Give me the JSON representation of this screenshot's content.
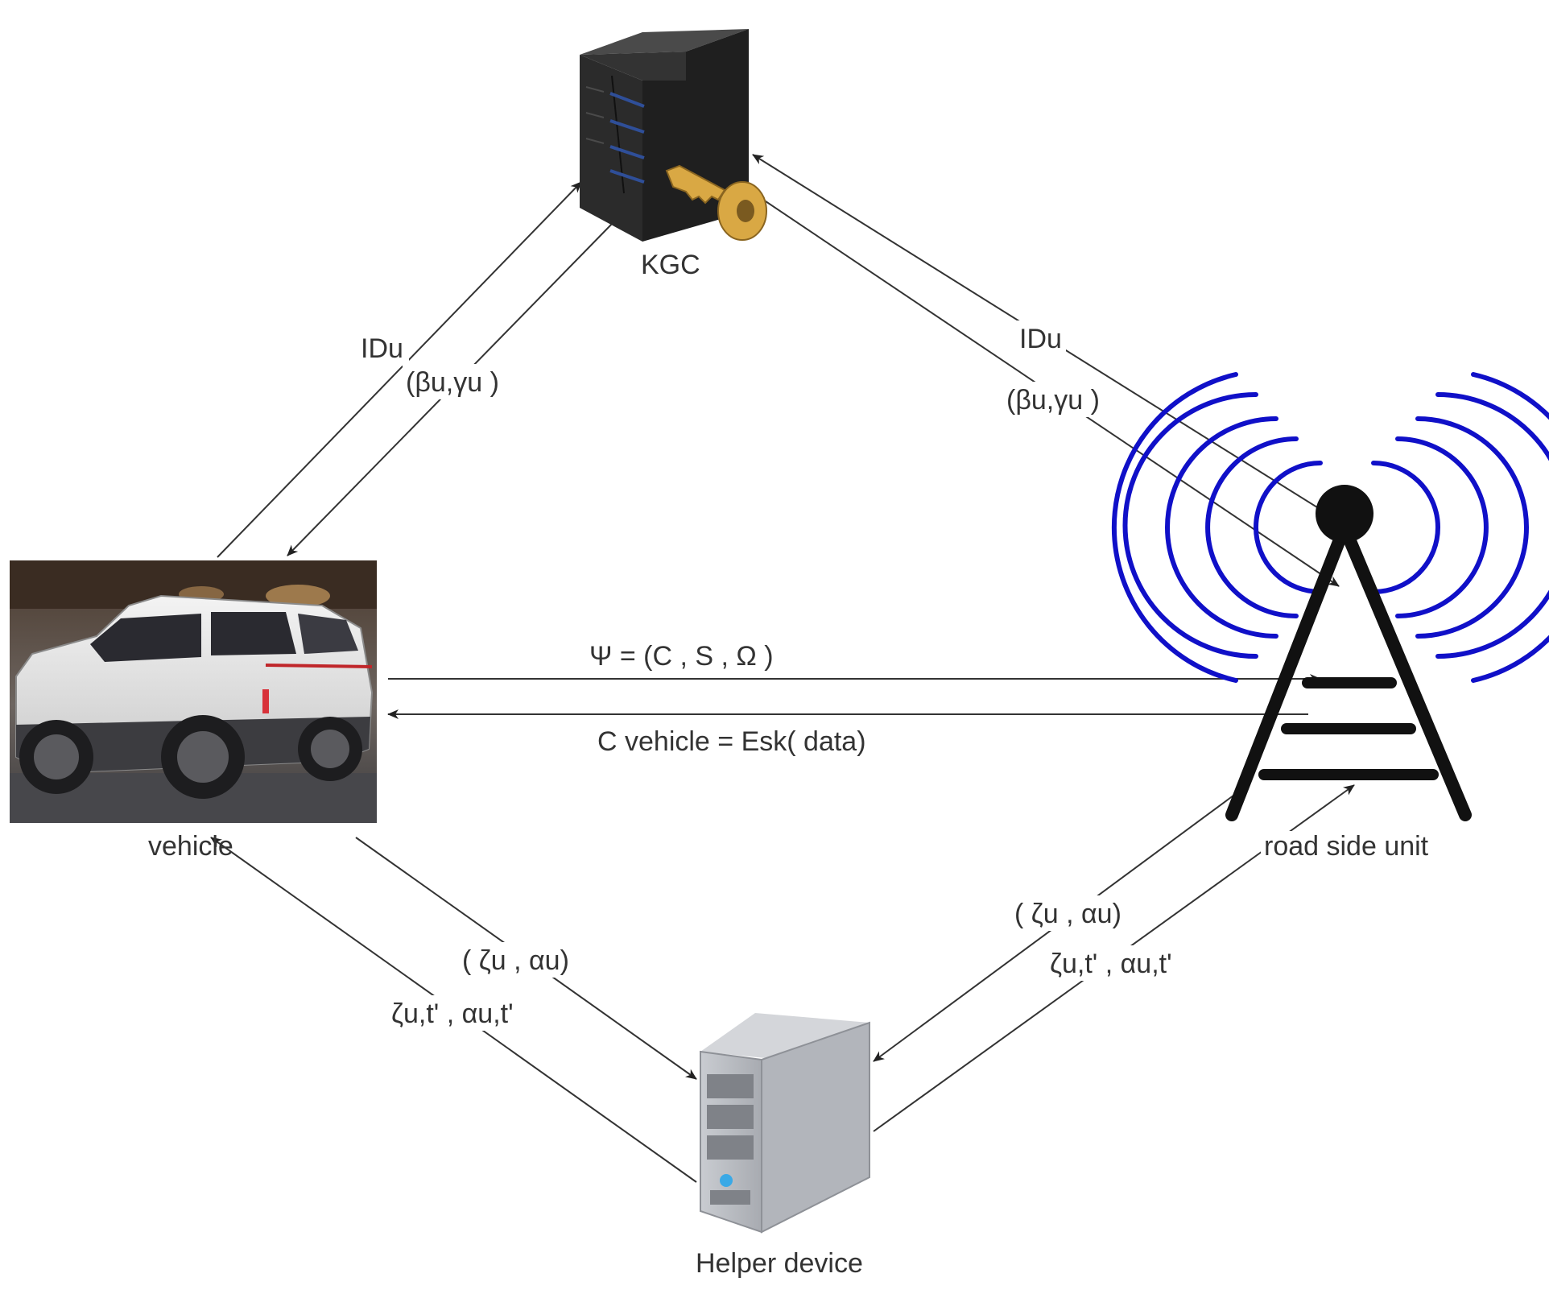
{
  "nodes": {
    "kgc": {
      "label": "KGC"
    },
    "vehicle": {
      "label": "vehicle"
    },
    "rsu": {
      "label": "road side unit"
    },
    "helper": {
      "label": "Helper device"
    }
  },
  "edges": {
    "vehicle_to_kgc": {
      "label": "IDu"
    },
    "kgc_to_vehicle": {
      "label": "(βu,γu )"
    },
    "rsu_to_kgc": {
      "label": "IDu"
    },
    "kgc_to_rsu": {
      "label": "(βu,γu )"
    },
    "vehicle_to_rsu": {
      "label": "Ψ = (C , S , Ω )"
    },
    "rsu_to_vehicle": {
      "label": "C vehicle = Esk( data)"
    },
    "vehicle_to_helper": {
      "label": "( ζu , αu)"
    },
    "helper_to_vehicle": {
      "label": "ζu,t' , αu,t'"
    },
    "rsu_to_helper": {
      "label": "( ζu , αu)"
    },
    "helper_to_rsu": {
      "label": "ζu,t' , αu,t'"
    }
  },
  "colors": {
    "line": "#333333",
    "signal": "#1010c8",
    "tower": "#111111",
    "key": "#d9a844",
    "server_dark": "#262626",
    "server_light": "#b9bcc2"
  }
}
